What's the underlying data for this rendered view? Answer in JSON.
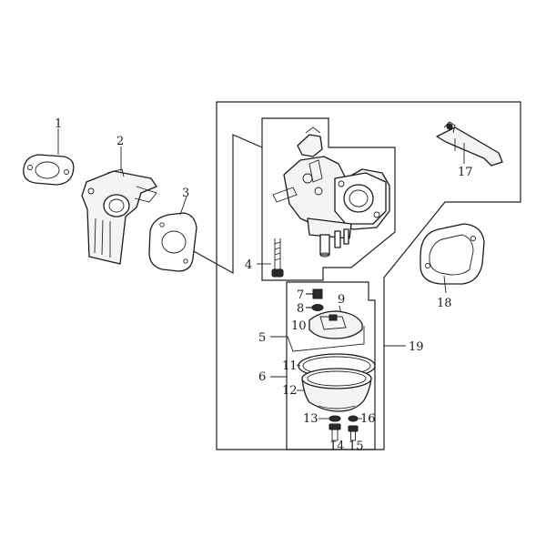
{
  "diagram": {
    "labels": {
      "p1": "1",
      "p2": "2",
      "p3": "3",
      "p4": "4",
      "p5": "5",
      "p6": "6",
      "p7": "7",
      "p8": "8",
      "p9": "9",
      "p10": "10",
      "p11": "11",
      "p12": "12",
      "p13": "13",
      "p14": "14",
      "p15": "15",
      "p16": "16",
      "p17": "17",
      "p18": "18",
      "p19": "19"
    },
    "colors": {
      "ink": "#1c1c1c",
      "background": "#ffffff",
      "fill": "#f4f4f4"
    }
  }
}
